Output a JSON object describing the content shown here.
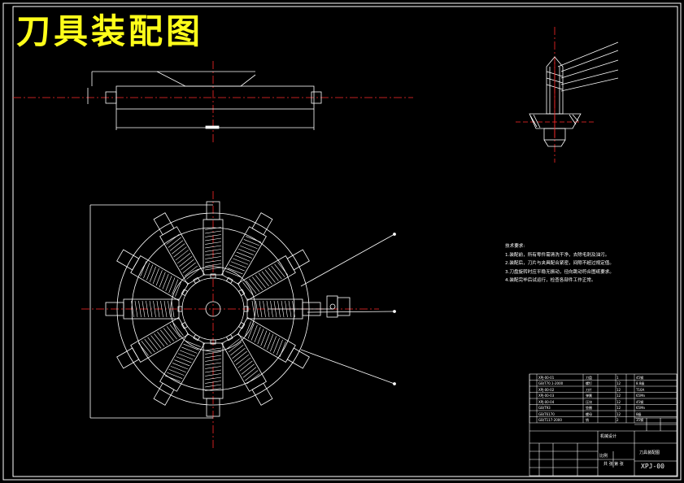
{
  "title": "刀具装配图",
  "drawing_number": "XPJ-00",
  "technical_requirements": {
    "heading": "技术要求:",
    "items": [
      "1.装配前，所有零件需清洗干净，去除毛刺及油污。",
      "2.装配后，刀片与夹具配合紧密，间隙不超过规定值。",
      "3.刀盘旋转时应平稳无振动，径向跳动符合图纸要求。",
      "4.装配完毕后试运行，检查各部件工作正常。"
    ]
  },
  "bom_rows": [
    [
      "XPJ-00-01",
      "刀盘",
      "1",
      "45钢"
    ],
    [
      "GB/T70.1-2000",
      "螺钉",
      "12",
      "8.8级"
    ],
    [
      "XPJ-00-02",
      "刀片",
      "12",
      "T10A"
    ],
    [
      "XPJ-00-03",
      "弹簧",
      "12",
      "65Mn"
    ],
    [
      "XPJ-00-04",
      "压块",
      "12",
      "45钢"
    ],
    [
      "GB/T93",
      "垫圈",
      "12",
      "65Mn"
    ],
    [
      "GB/T6170",
      "螺母",
      "12",
      "8级"
    ],
    [
      "GB/T117-2000",
      "销",
      "2",
      "35钢"
    ]
  ],
  "title_block": {
    "school": "机械设计",
    "drawing_name": "刀具装配图",
    "scale_label": "比例",
    "sheet_label": "共 张 第 张"
  }
}
